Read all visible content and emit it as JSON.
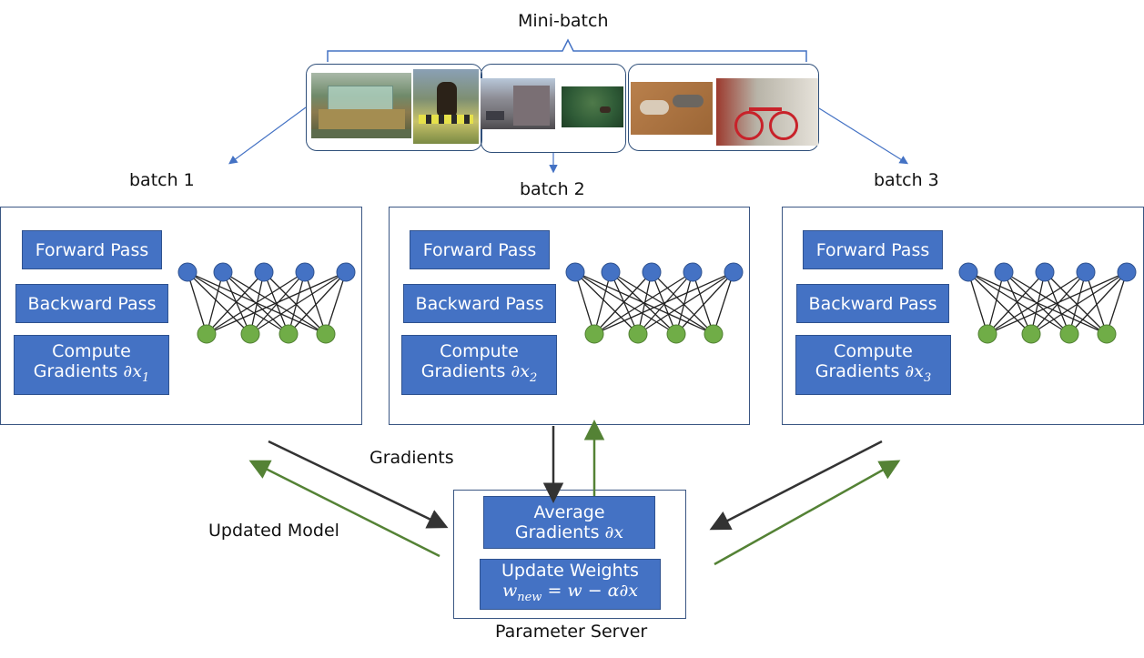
{
  "minibatch_label": "Mini-batch",
  "workers": [
    {
      "batch_label": "batch 1",
      "forward": "Forward Pass",
      "backward": "Backward Pass",
      "compute_line1": "Compute",
      "compute_line2": "Gradients",
      "compute_math": "∂x",
      "compute_sub": "1"
    },
    {
      "batch_label": "batch 2",
      "forward": "Forward Pass",
      "backward": "Backward Pass",
      "compute_line1": "Compute",
      "compute_line2": "Gradients",
      "compute_math": "∂x",
      "compute_sub": "2"
    },
    {
      "batch_label": "batch 3",
      "forward": "Forward Pass",
      "backward": "Backward Pass",
      "compute_line1": "Compute",
      "compute_line2": "Gradients",
      "compute_math": "∂x",
      "compute_sub": "3"
    }
  ],
  "gradients_label": "Gradients",
  "updated_model_label": "Updated Model",
  "server": {
    "label": "Parameter Server",
    "average_line1": "Average",
    "average_line2": "Gradients",
    "average_math": "∂x",
    "update_line1": "Update Weights",
    "update_formula_w": "w",
    "update_formula_sub": "new",
    "update_formula_rest": " = w − α∂x"
  },
  "colors": {
    "box_fill": "#4472c4",
    "panel_border": "#3a5683",
    "input_node": "#4472c4",
    "output_node": "#70ad47",
    "gradient_arrow": "#333333",
    "model_arrow": "#548235",
    "pointer_arrow": "#4472c4"
  }
}
